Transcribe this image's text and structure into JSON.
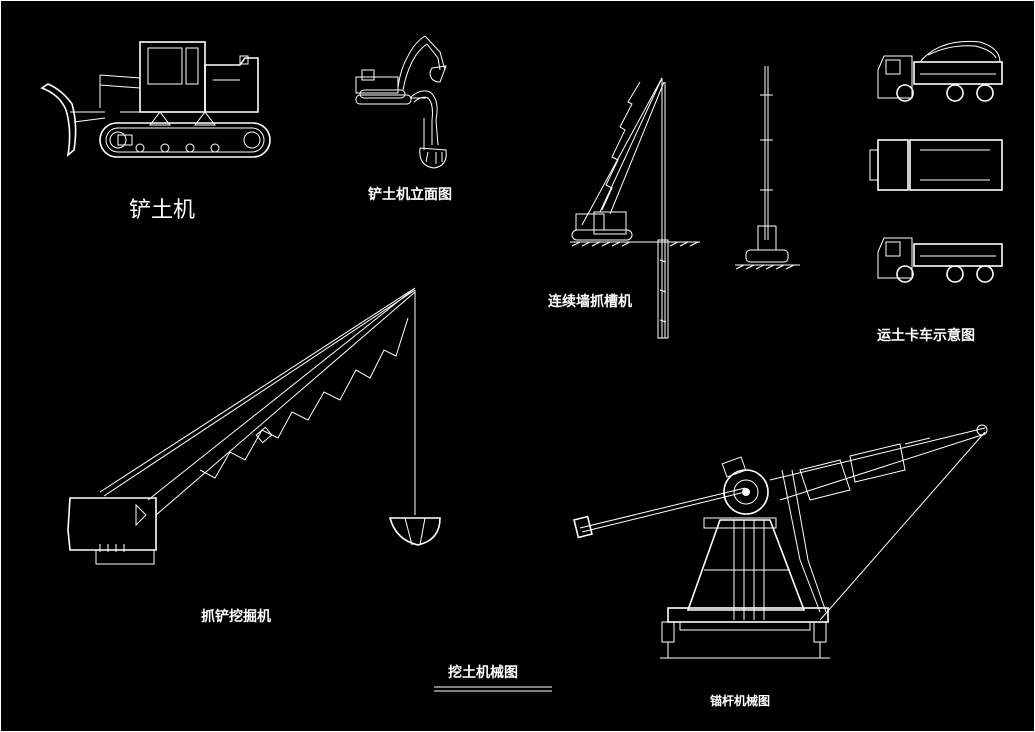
{
  "labels": {
    "bulldozer": "铲土机",
    "excavator_elevation": "铲土机立面图",
    "trench_machine": "连续墙抓槽机",
    "dump_truck": "运土卡车示意图",
    "grab_excavator": "抓铲挖掘机",
    "title": "挖土机械图",
    "anchor_machine": "锚杆机械图"
  },
  "colors": {
    "background": "#000000",
    "stroke": "#ffffff"
  }
}
